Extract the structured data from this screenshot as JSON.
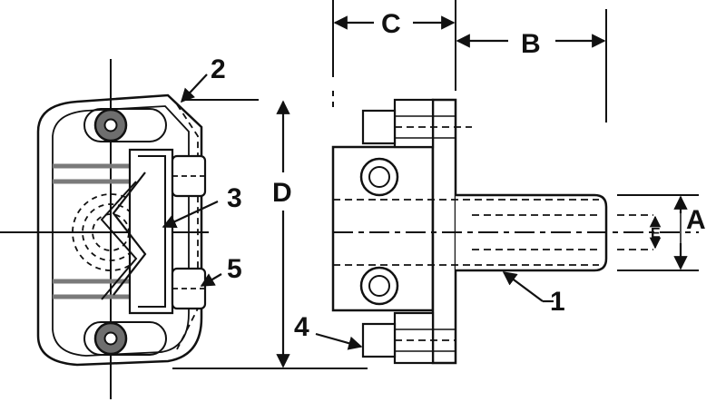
{
  "labels": {
    "C": "C",
    "B": "B",
    "D": "D",
    "A": "A",
    "E": "E",
    "part_1": "1",
    "part_2": "2",
    "part_3": "3",
    "part_4": "4",
    "part_5": "5"
  }
}
